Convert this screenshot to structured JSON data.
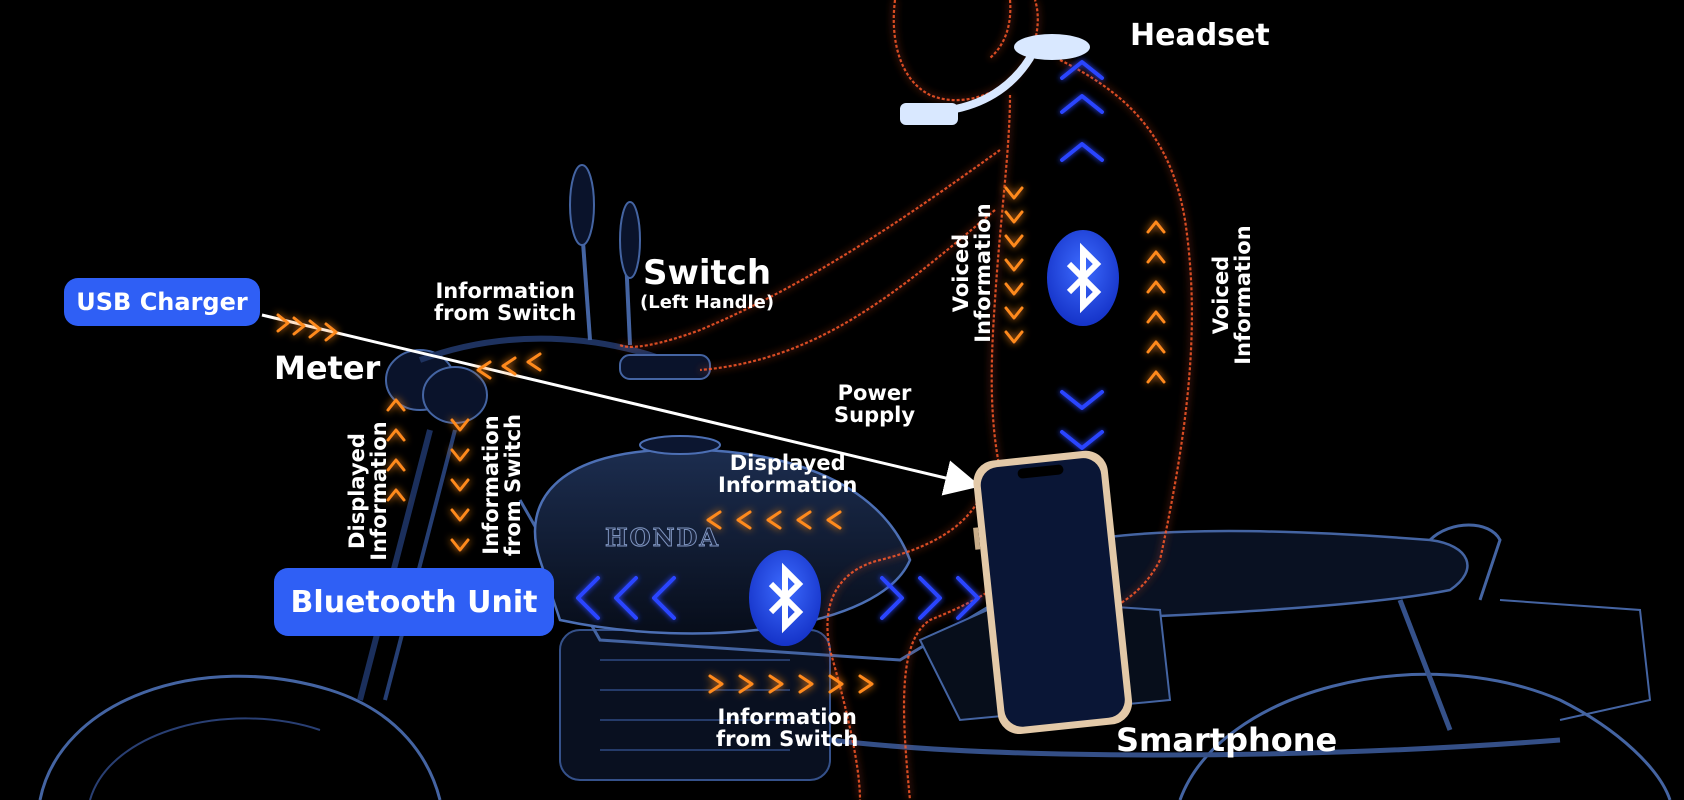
{
  "labels": {
    "headset": "Headset",
    "switch_title": "Switch",
    "switch_sub": "(Left Handle)",
    "usb_charger": "USB Charger",
    "info_from_switch_top": [
      "Information",
      "from Switch"
    ],
    "meter": "Meter",
    "power_supply": [
      "Power",
      "Supply"
    ],
    "displayed_info_mid": [
      "Displayed",
      "Information"
    ],
    "bluetooth_unit": "Bluetooth Unit",
    "info_from_switch_bottom": [
      "Information",
      "from Switch"
    ],
    "smartphone": "Smartphone",
    "displayed_info_vertical": [
      "Displayed",
      "Information"
    ],
    "info_from_switch_vertical": [
      "Information",
      "from Switch"
    ],
    "voiced_info_left": [
      "Voiced",
      "Information"
    ],
    "voiced_info_right": [
      "Voiced",
      "Information"
    ],
    "tank_brand": "HONDA"
  },
  "icons": [
    "bluetooth-icon",
    "bluetooth-icon",
    "headset-icon",
    "smartphone-icon"
  ],
  "colors": {
    "pill_blue": "#2f5ff5",
    "arrow_orange": "#ff8a1e",
    "arrow_blue": "#2a45ff",
    "rider_outline": "#ff5a2a",
    "bike_outline": "#4c6fb4"
  }
}
